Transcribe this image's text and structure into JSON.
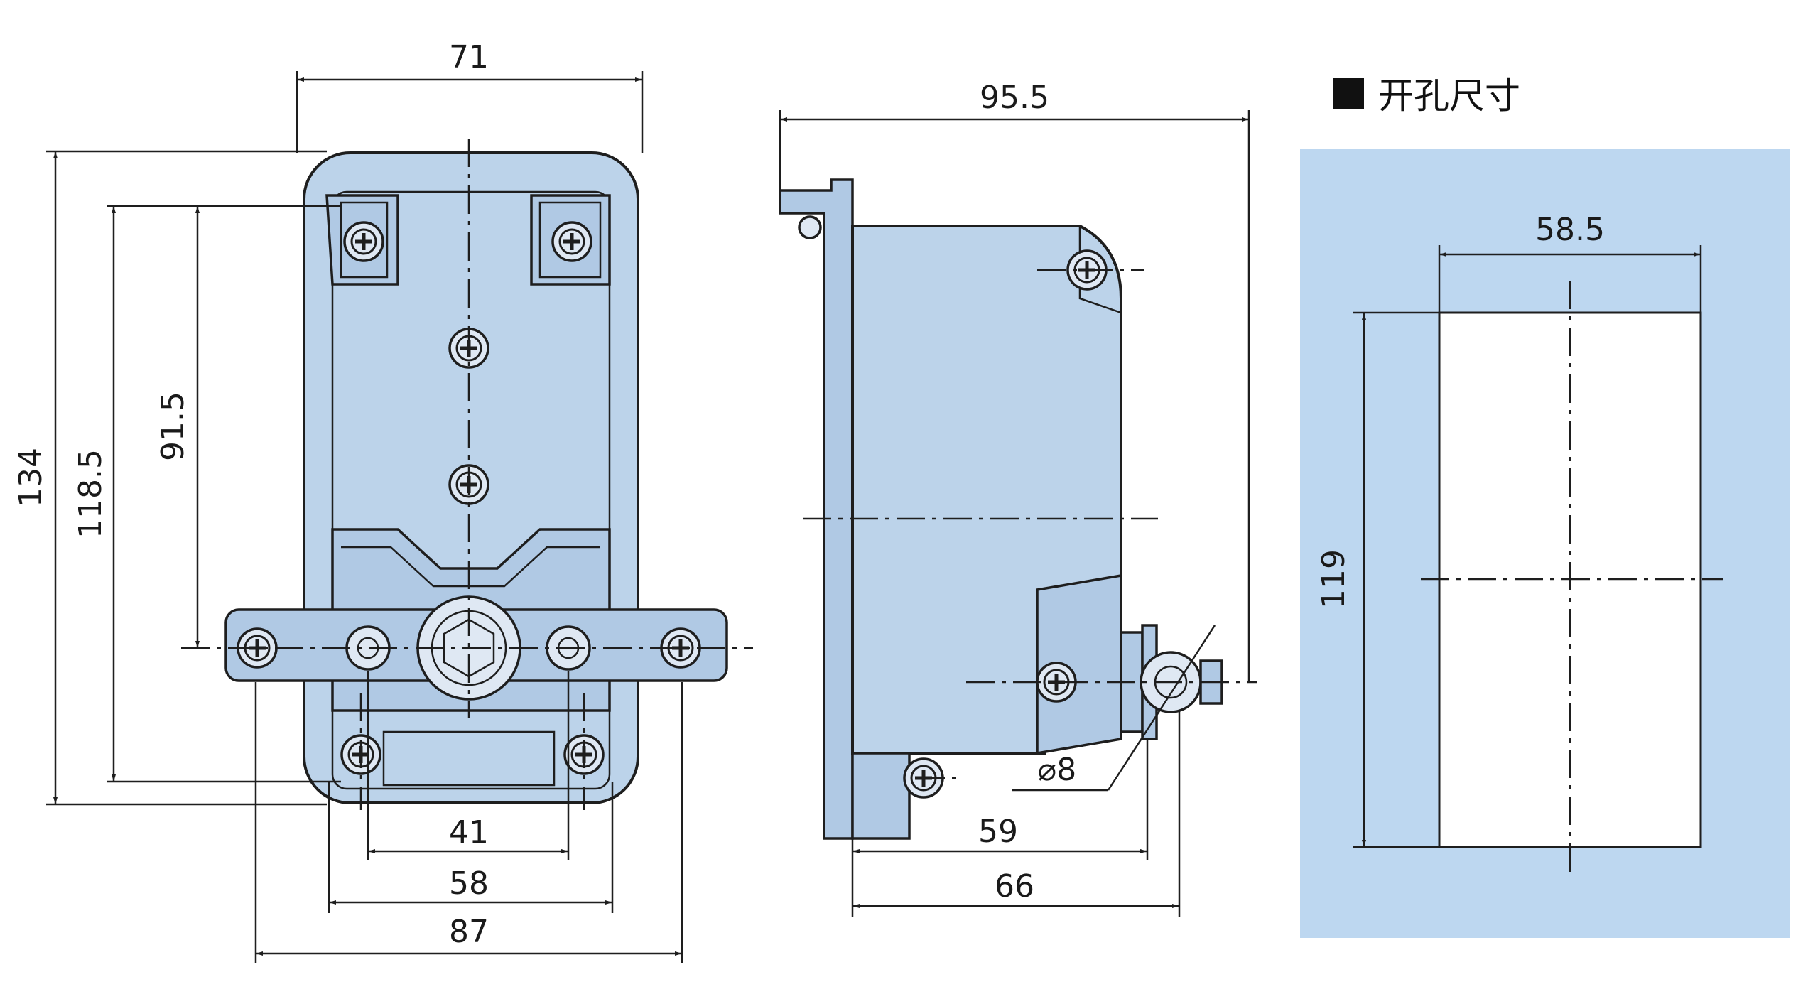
{
  "front_view": {
    "dims": {
      "width_top": "71",
      "height_total": "134",
      "height_mid": "118.5",
      "height_inner": "91.5",
      "width_41": "41",
      "width_58": "58",
      "width_87": "87"
    }
  },
  "side_view": {
    "dims": {
      "depth_total": "95.5",
      "depth_59": "59",
      "depth_66": "66",
      "diameter": "⌀8"
    }
  },
  "cutout": {
    "title": "开孔尺寸",
    "width": "58.5",
    "height": "119",
    "colors": {
      "panel": "#bdd7f0",
      "hole": "#ffffff"
    }
  },
  "colors": {
    "body": "#bcd3ea",
    "line": "#1e1e1e"
  }
}
